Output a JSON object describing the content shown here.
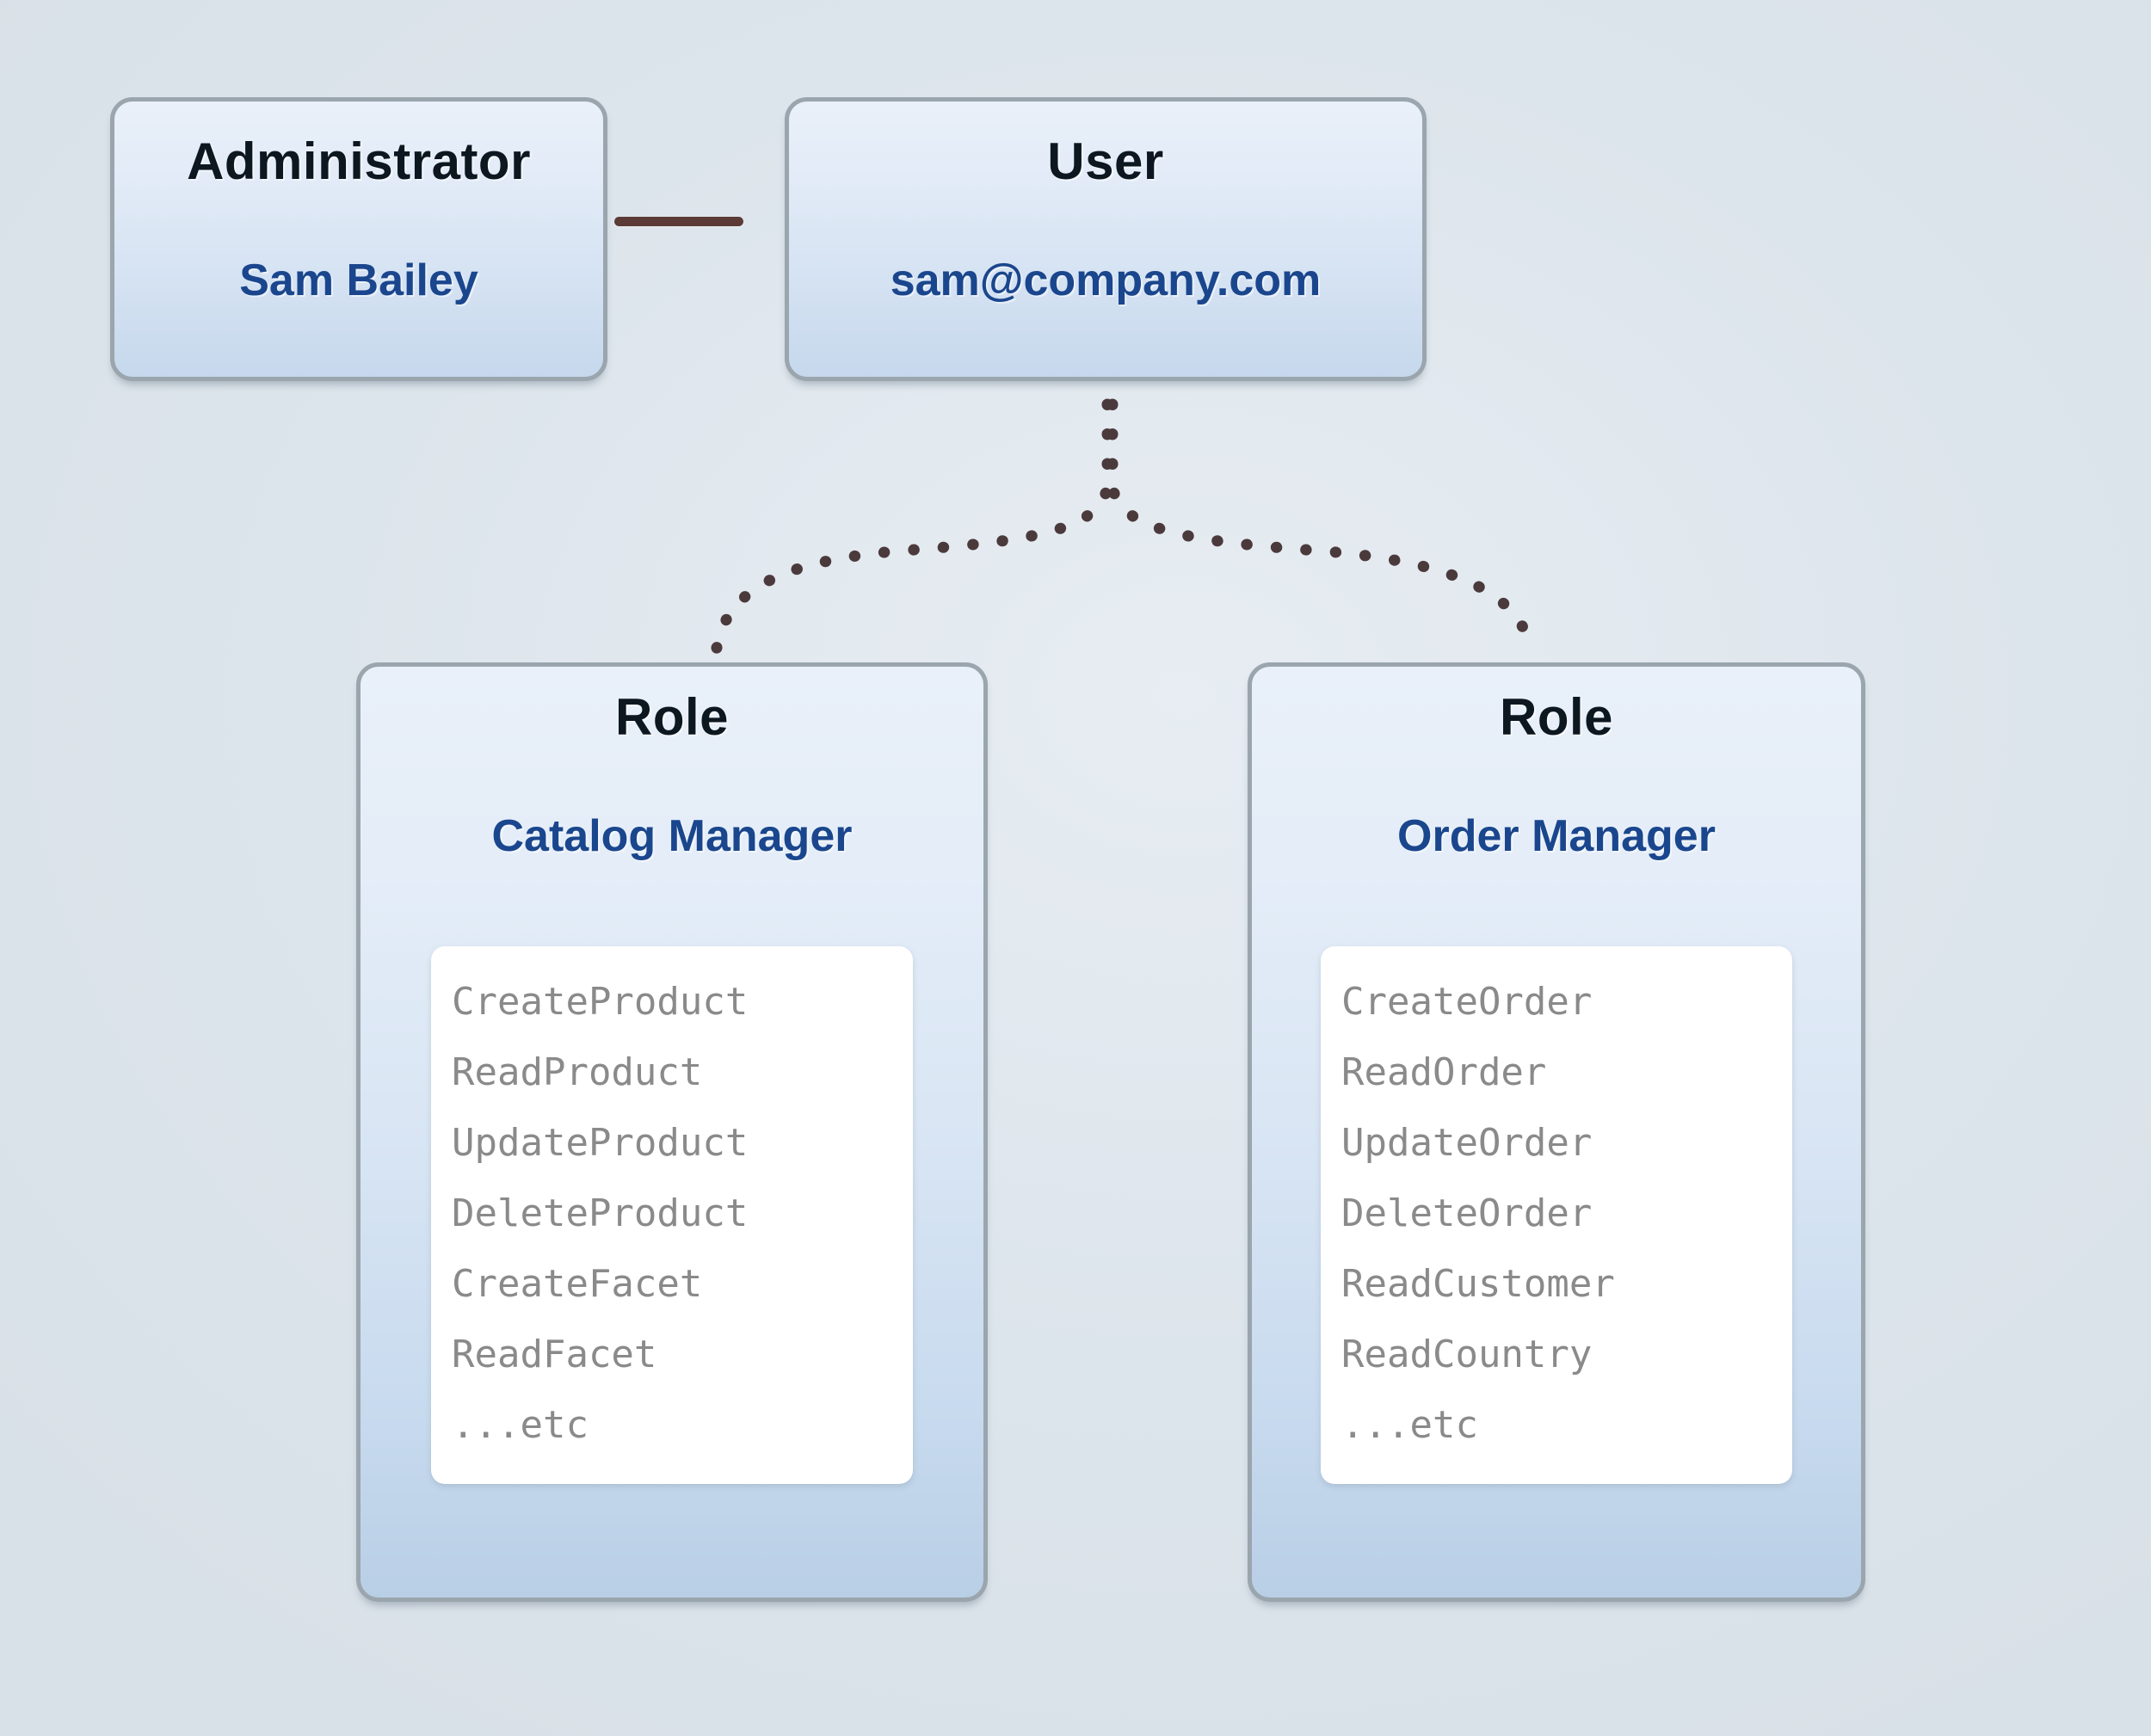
{
  "background_color": "#dfe7ed",
  "accent_color": "#1a468d",
  "connector_color": "#5c3a36",
  "entities": {
    "administrator": {
      "type_label": "Administrator",
      "value_label": "Sam Bailey"
    },
    "user": {
      "type_label": "User",
      "value_label": "sam@company.com"
    }
  },
  "roles": [
    {
      "type_label": "Role",
      "value_label": "Catalog Manager",
      "permissions": [
        "CreateProduct",
        "ReadProduct",
        "UpdateProduct",
        "DeleteProduct",
        "CreateFacet",
        "ReadFacet",
        "...etc"
      ]
    },
    {
      "type_label": "Role",
      "value_label": "Order Manager",
      "permissions": [
        "CreateOrder",
        "ReadOrder",
        "UpdateOrder",
        "DeleteOrder",
        "ReadCustomer",
        "ReadCountry",
        "...etc"
      ]
    }
  ]
}
